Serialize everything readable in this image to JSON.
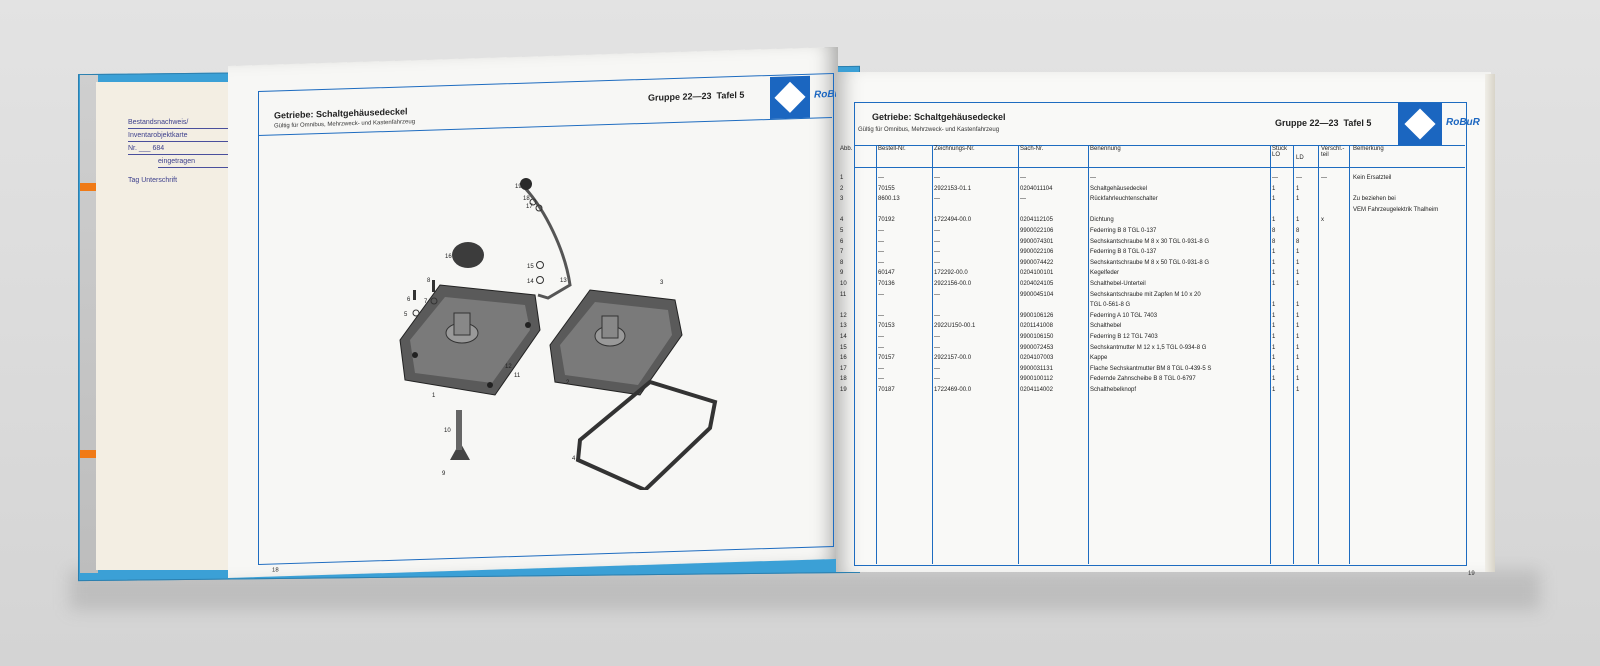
{
  "flyleaf_stamp": {
    "lines": [
      "Bestandsnachweis/",
      "Inventarobjektkarte",
      "Nr. ___ 684",
      "eingetragen",
      "Tag      Unterschrift"
    ]
  },
  "left_page": {
    "title": "Getriebe: Schaltgehäusedeckel",
    "subtitle": "Gültig für Omnibus, Mehrzweck- und Kastenfahrzeug",
    "gruppe": "Gruppe 22—23",
    "tafel": "Tafel 5",
    "logo_text": "RoBuR",
    "page_number": "18",
    "callouts": [
      "19",
      "18",
      "17",
      "16",
      "15",
      "14",
      "13",
      "3",
      "8",
      "6",
      "7",
      "5",
      "1",
      "12",
      "11",
      "2",
      "10",
      "4",
      "9"
    ]
  },
  "right_page": {
    "title": "Getriebe: Schaltgehäusedeckel",
    "subtitle": "Gültig für Omnibus, Mehrzweck- und Kastenfahrzeug",
    "gruppe": "Gruppe 22—23",
    "tafel": "Tafel 5",
    "logo_text": "RoBuR",
    "page_number": "19",
    "table": {
      "headers": [
        "Abb.",
        "Bestell-Nr.",
        "Zeichnungs-Nr.",
        "Sach-Nr.",
        "Benennung",
        "Stück LO",
        "LD",
        "Verschl.-teil",
        "Bemerkung"
      ],
      "rows": [
        [
          "1",
          "—",
          "—",
          "—",
          "—",
          "—",
          "—",
          "—",
          "Kein Ersatzteil"
        ],
        [
          "2",
          "70155",
          "2922153-01.1",
          "0204011104",
          "Schaltgehäusedeckel",
          "1",
          "1",
          "",
          ""
        ],
        [
          "3",
          "8600.13",
          "—",
          "—",
          "Rückfahrleuchtenschalter",
          "1",
          "1",
          "",
          "Zu beziehen bei"
        ],
        [
          "",
          "",
          "",
          "",
          "",
          "",
          "",
          "",
          "VEM Fahrzeugelektrik Thalheim"
        ],
        [
          "4",
          "70192",
          "1722494-00.0",
          "0204112105",
          "Dichtung",
          "1",
          "1",
          "x",
          ""
        ],
        [
          "5",
          "—",
          "—",
          "9900022106",
          "Federring B 8 TGL 0-137",
          "8",
          "8",
          "",
          ""
        ],
        [
          "6",
          "—",
          "—",
          "9900074301",
          "Sechskantschraube M 8 x 30 TGL 0-931-8 G",
          "8",
          "8",
          "",
          ""
        ],
        [
          "7",
          "—",
          "—",
          "9900022106",
          "Federring B 8 TGL 0-137",
          "1",
          "1",
          "",
          ""
        ],
        [
          "8",
          "—",
          "—",
          "9900074422",
          "Sechskantschraube M 8 x 50 TGL 0-931-8 G",
          "1",
          "1",
          "",
          ""
        ],
        [
          "9",
          "60147",
          "172292-00.0",
          "0204100101",
          "Kegelfeder",
          "1",
          "1",
          "",
          ""
        ],
        [
          "10",
          "70136",
          "2922156-00.0",
          "0204024105",
          "Schalthebel-Unterteil",
          "1",
          "1",
          "",
          ""
        ],
        [
          "11",
          "—",
          "—",
          "9900045104",
          "Sechskantschraube mit Zapfen M 10 x 20",
          "",
          "",
          "",
          ""
        ],
        [
          "",
          "",
          "",
          "",
          "TGL 0-561-8 G",
          "1",
          "1",
          "",
          ""
        ],
        [
          "12",
          "—",
          "—",
          "9900106126",
          "Federring A 10 TGL 7403",
          "1",
          "1",
          "",
          ""
        ],
        [
          "13",
          "70153",
          "2922U150-00.1",
          "0201141008",
          "Schalthebel",
          "1",
          "1",
          "",
          ""
        ],
        [
          "14",
          "—",
          "—",
          "9900106150",
          "Federring B 12 TGL 7403",
          "1",
          "1",
          "",
          ""
        ],
        [
          "15",
          "—",
          "—",
          "9900072453",
          "Sechskantmutter M 12 x 1,5 TGL 0-934-8 G",
          "1",
          "1",
          "",
          ""
        ],
        [
          "16",
          "70157",
          "2922157-00.0",
          "0204107003",
          "Kappe",
          "1",
          "1",
          "",
          ""
        ],
        [
          "17",
          "—",
          "—",
          "9900031131",
          "Flache Sechskantmutter BM 8 TGL 0-439-5 S",
          "1",
          "1",
          "",
          ""
        ],
        [
          "18",
          "—",
          "—",
          "9900100112",
          "Federnde Zahnscheibe B 8 TGL 0-6797",
          "1",
          "1",
          "",
          ""
        ],
        [
          "19",
          "70187",
          "1722469-00.0",
          "0204114002",
          "Schalthebelknopf",
          "1",
          "1",
          "",
          ""
        ]
      ]
    }
  }
}
